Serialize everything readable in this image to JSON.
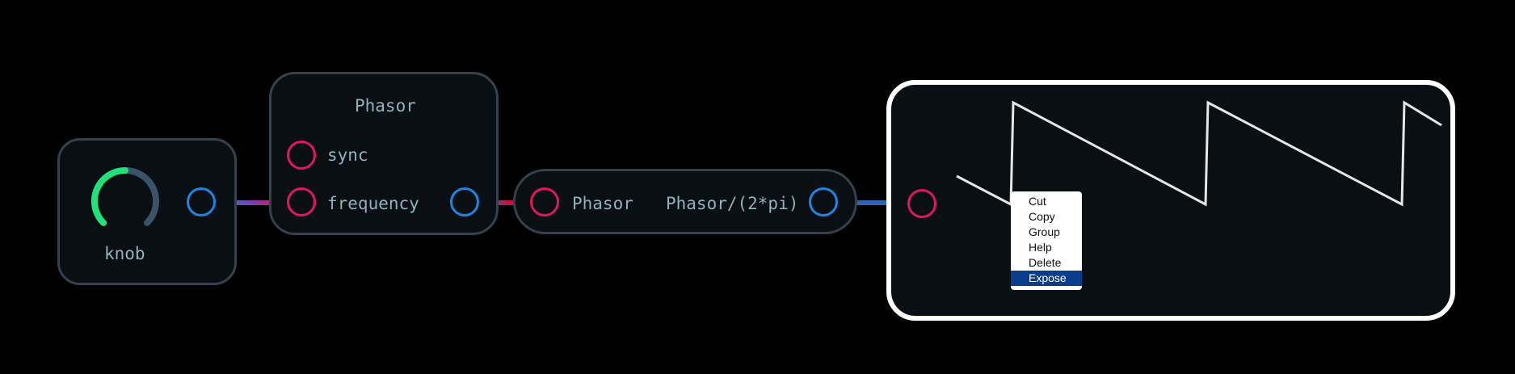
{
  "nodes": {
    "knob": {
      "label": "knob"
    },
    "phasor": {
      "title": "Phasor",
      "inputs": [
        "sync",
        "frequency"
      ]
    },
    "expression": {
      "input_label": "Phasor",
      "output_label": "Phasor/(2*pi)"
    },
    "scope": {}
  },
  "context_menu": {
    "items": [
      "Cut",
      "Copy",
      "Group",
      "Help",
      "Delete",
      "Expose"
    ],
    "highlighted": "Expose"
  },
  "colors": {
    "input_port": "#e0185a",
    "output_port": "#1d86e0",
    "knob_arc": "#22e07a",
    "knob_track": "#3a5366",
    "node_border": "#33424e",
    "selection": "#ffffff"
  }
}
